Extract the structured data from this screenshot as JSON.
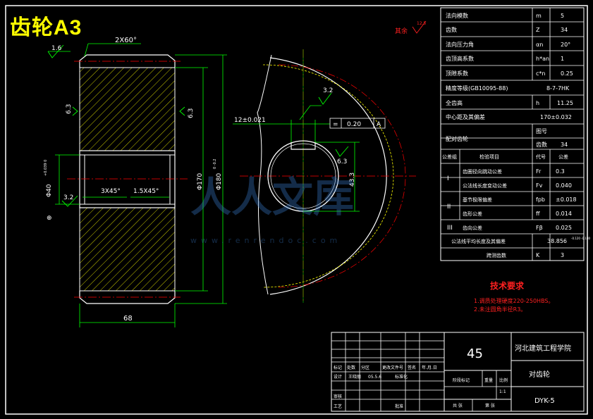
{
  "drawing_title": "齿轮A3",
  "colors": {
    "frame": "#ffffff",
    "dim": "#ffff00",
    "center": "#ff0000",
    "hatch": "#ffff00",
    "green": "#00ff00",
    "note": "#ff2020",
    "text": "#ffffff"
  },
  "side_view": {
    "chamfer_top": "2X60°",
    "roughness_top": "1.6",
    "roughness_left": "6.3",
    "roughness_right": "6.3",
    "roughness_bore": "3.2",
    "chamfer_small": "3X45°",
    "chamfer_bore": "1.5X45°",
    "dia_bore": "Φ40",
    "dia_bore_tol": "+0.039 0",
    "dia_hub": "Φ170",
    "dia_outer": "Φ180",
    "dia_outer_tol": "0 -0.2",
    "width": "68"
  },
  "front_view": {
    "roughness_top": "3.2",
    "keyway": "12±0.021",
    "tolerance_sym": "=",
    "tolerance_val": "0.20",
    "tolerance_ref": "A",
    "roughness_key": "6.3",
    "key_depth": "43.3",
    "other_label": "其余",
    "other_roughness": "12.5"
  },
  "params": {
    "rows": [
      {
        "name": "法向模数",
        "sym": "m",
        "val": "5"
      },
      {
        "name": "齿数",
        "sym": "Z",
        "val": "34"
      },
      {
        "name": "法向压力角",
        "sym": "αn",
        "val": "20°"
      },
      {
        "name": "齿顶高系数",
        "sym": "h*an",
        "val": "1"
      },
      {
        "name": "顶隙系数",
        "sym": "c*n",
        "val": "0.25"
      }
    ],
    "accuracy_name": "精度等级(GB10095-88)",
    "accuracy_val": "8-7-7HK",
    "tooth_height_name": "全齿高",
    "tooth_height_sym": "h",
    "tooth_height_val": "11.25",
    "center_name": "中心距及其偏差",
    "center_val": "170±0.032",
    "mating_name": "配对齿轮",
    "drawing_no": "图号",
    "teeth_label": "齿数",
    "teeth_val": "34",
    "group_header": "公差组",
    "item_header": "检验项目",
    "code_header": "代号",
    "tol_header": "公差",
    "groups": [
      {
        "roman": "I",
        "items": [
          {
            "name": "齿圈径向跳动公差",
            "code": "Fr",
            "val": "0.3"
          },
          {
            "name": "公法线长度变动公差",
            "code": "Fv",
            "val": "0.040"
          }
        ]
      },
      {
        "roman": "II",
        "items": [
          {
            "name": "基节极限偏差",
            "code": "fpb",
            "val": "±0.018"
          },
          {
            "name": "齿形公差",
            "code": "ff",
            "val": "0.014"
          }
        ]
      },
      {
        "roman": "III",
        "items": [
          {
            "name": "齿向公差",
            "code": "Fβ",
            "val": "0.025"
          }
        ]
      }
    ],
    "common_normal_name": "公法线平均长度及其偏差",
    "common_normal_val": "38.856",
    "common_normal_tol": "-0.120 -0.180",
    "span_name": "跨测齿数",
    "span_sym": "K",
    "span_val": "3"
  },
  "requirements": {
    "heading": "技术要求",
    "lines": [
      "1.调质处理硬度220-250HBS。",
      "2.未注圆角半径R3。"
    ]
  },
  "title_block": {
    "material": "45",
    "school": "河北建筑工程学院",
    "part_name": "对齿轮",
    "drawing_code": "DYK-5",
    "labels": [
      "标记",
      "处数",
      "分区",
      "更改文件号",
      "签名",
      "年.月.日"
    ],
    "designer_row": [
      "设计",
      "王晓丽",
      "05.5.6",
      "标准化"
    ],
    "stage_labels": [
      "阶段标记",
      "重量",
      "比例"
    ],
    "scale": "1:1",
    "review": "审核",
    "process": "工艺",
    "approve": "批准",
    "sheets": "共 张",
    "sheet": "第 张"
  },
  "watermark": {
    "text": "人人文库",
    "url": "www.renrendoc.com"
  }
}
